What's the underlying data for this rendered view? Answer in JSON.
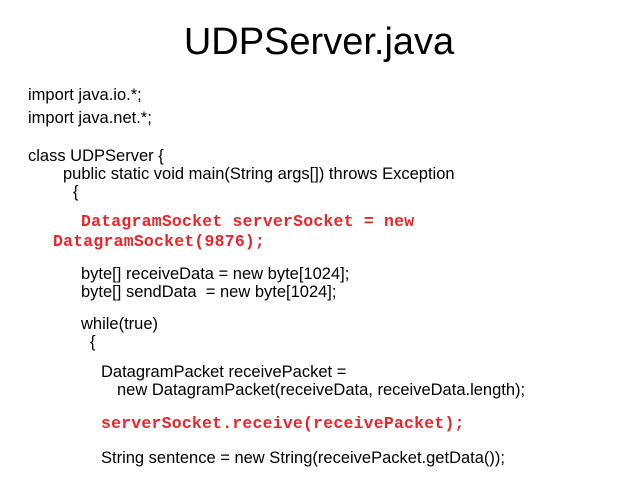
{
  "slide": {
    "title": "UDPServer.java",
    "highlight_color": "#e8252a",
    "code_lines": [
      "import java.io.*;",
      "import java.net.*;",
      "class UDPServer {",
      "public static void main(String args[]) throws Exception",
      "{",
      "DatagramSocket serverSocket = new",
      "DatagramSocket(9876);",
      "byte[] receiveData = new byte[1024];",
      "byte[] sendData  = new byte[1024];",
      "while(true)",
      "{",
      "DatagramPacket receivePacket =",
      "new DatagramPacket(receiveData, receiveData.length);",
      "serverSocket.receive(receivePacket);",
      "String sentence = new String(receivePacket.getData());"
    ]
  }
}
